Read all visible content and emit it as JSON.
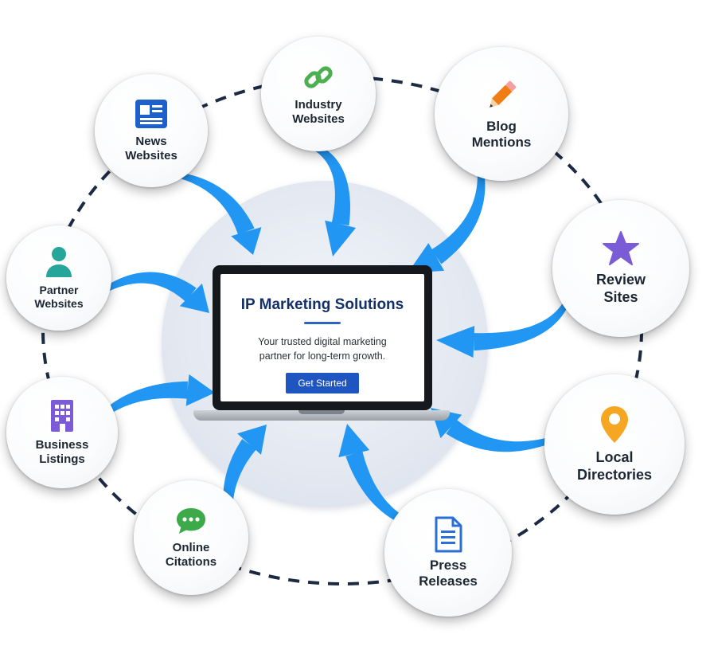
{
  "center": {
    "title": "IP Marketing Solutions",
    "tagline": "Your trusted digital marketing partner for long-term growth.",
    "cta_label": "Get Started"
  },
  "nodes": [
    {
      "id": "news-websites",
      "label": "News\nWebsites",
      "icon": "newspaper-icon",
      "icon_color": "#1f5fc9"
    },
    {
      "id": "industry-websites",
      "label": "Industry\nWebsites",
      "icon": "link-icon",
      "icon_color": "#4caf50"
    },
    {
      "id": "blog-mentions",
      "label": "Blog\nMentions",
      "icon": "pencil-icon",
      "icon_color": "#f07d14"
    },
    {
      "id": "review-sites",
      "label": "Review\nSites",
      "icon": "star-icon",
      "icon_color": "#7b5cd6"
    },
    {
      "id": "local-directories",
      "label": "Local\nDirectories",
      "icon": "map-pin-icon",
      "icon_color": "#f5a623"
    },
    {
      "id": "press-releases",
      "label": "Press\nReleases",
      "icon": "document-icon",
      "icon_color": "#2a6ed8"
    },
    {
      "id": "online-citations",
      "label": "Online\nCitations",
      "icon": "chat-bubble-icon",
      "icon_color": "#3daa49"
    },
    {
      "id": "business-listings",
      "label": "Business\nListings",
      "icon": "building-icon",
      "icon_color": "#7b5cd6"
    },
    {
      "id": "partner-websites",
      "label": "Partner\nWebsites",
      "icon": "person-icon",
      "icon_color": "#26a69a"
    }
  ],
  "colors": {
    "arrow": "#2196f3",
    "ring": "#1c2a44",
    "center_disc": "#e8edf5"
  }
}
